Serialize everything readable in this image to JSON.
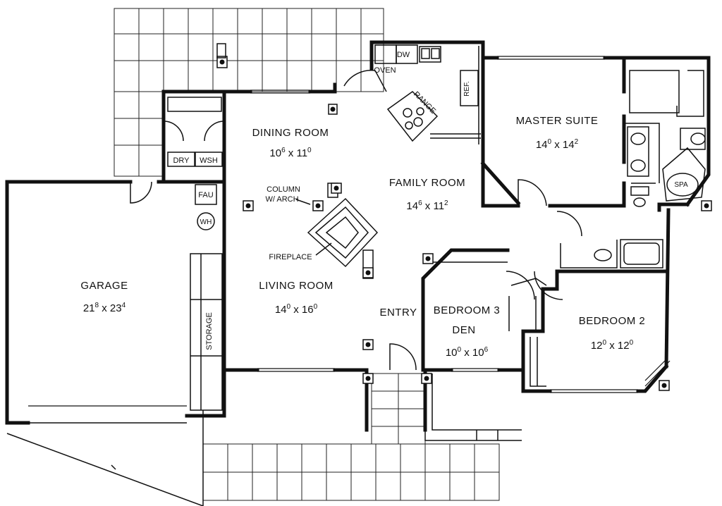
{
  "rooms": {
    "dining": {
      "name": "DINING ROOM",
      "dim_main": "10",
      "dim_sup1": "6",
      "dim_mid": " x 11",
      "dim_sup2": "0"
    },
    "family": {
      "name": "FAMILY ROOM",
      "dim_main": "14",
      "dim_sup1": "6",
      "dim_mid": " x 11",
      "dim_sup2": "2"
    },
    "master": {
      "name": "MASTER SUITE",
      "dim_main": "14",
      "dim_sup1": "0",
      "dim_mid": " x 14",
      "dim_sup2": "2"
    },
    "living": {
      "name": "LIVING ROOM",
      "dim_main": "14",
      "dim_sup1": "0",
      "dim_mid": " x 16",
      "dim_sup2": "0"
    },
    "garage": {
      "name": "GARAGE",
      "dim_main": "21",
      "dim_sup1": "8",
      "dim_mid": " x 23",
      "dim_sup2": "4"
    },
    "bedroom3": {
      "name": "BEDROOM 3",
      "name2": "DEN",
      "dim_main": "10",
      "dim_sup1": "0",
      "dim_mid": " x 10",
      "dim_sup2": "6"
    },
    "bedroom2": {
      "name": "BEDROOM 2",
      "dim_main": "12",
      "dim_sup1": "0",
      "dim_mid": " x 12",
      "dim_sup2": "0"
    }
  },
  "labels": {
    "entry": "ENTRY",
    "column": "COLUMN",
    "arch": "W/ ARCH",
    "fireplace": "FIREPLACE",
    "storage": "STORAGE",
    "fau": "FAU",
    "wh": "WH",
    "dry": "DRY",
    "wsh": "WSH",
    "dw": "DW",
    "oven": "OVEN",
    "range": "RANGE",
    "ref": "REF.",
    "spa": "SPA"
  }
}
